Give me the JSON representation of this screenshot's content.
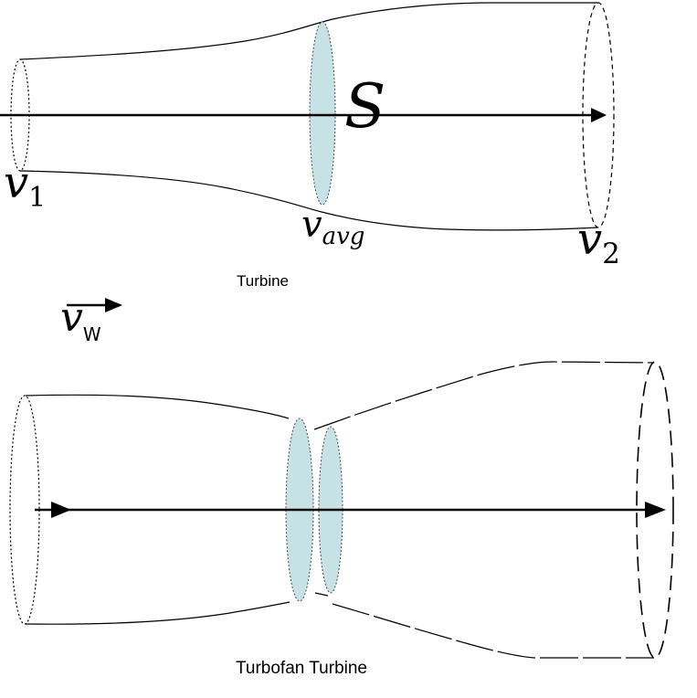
{
  "colors": {
    "background": "#ffffff",
    "line": "#000000",
    "disk_fill": "#c6e2e4",
    "disk_stroke": "#4a4a4a"
  },
  "top_diagram": {
    "caption": "Turbine",
    "inlet_label": {
      "base": "v",
      "sub": "1"
    },
    "disk_label": {
      "base": "v",
      "sub": "avg"
    },
    "area_label": "S",
    "outlet_label": {
      "base": "v",
      "sub": "2"
    }
  },
  "wind_label": {
    "base": "v",
    "sub": "W"
  },
  "bottom_diagram": {
    "caption": "Turbofan Turbine"
  }
}
